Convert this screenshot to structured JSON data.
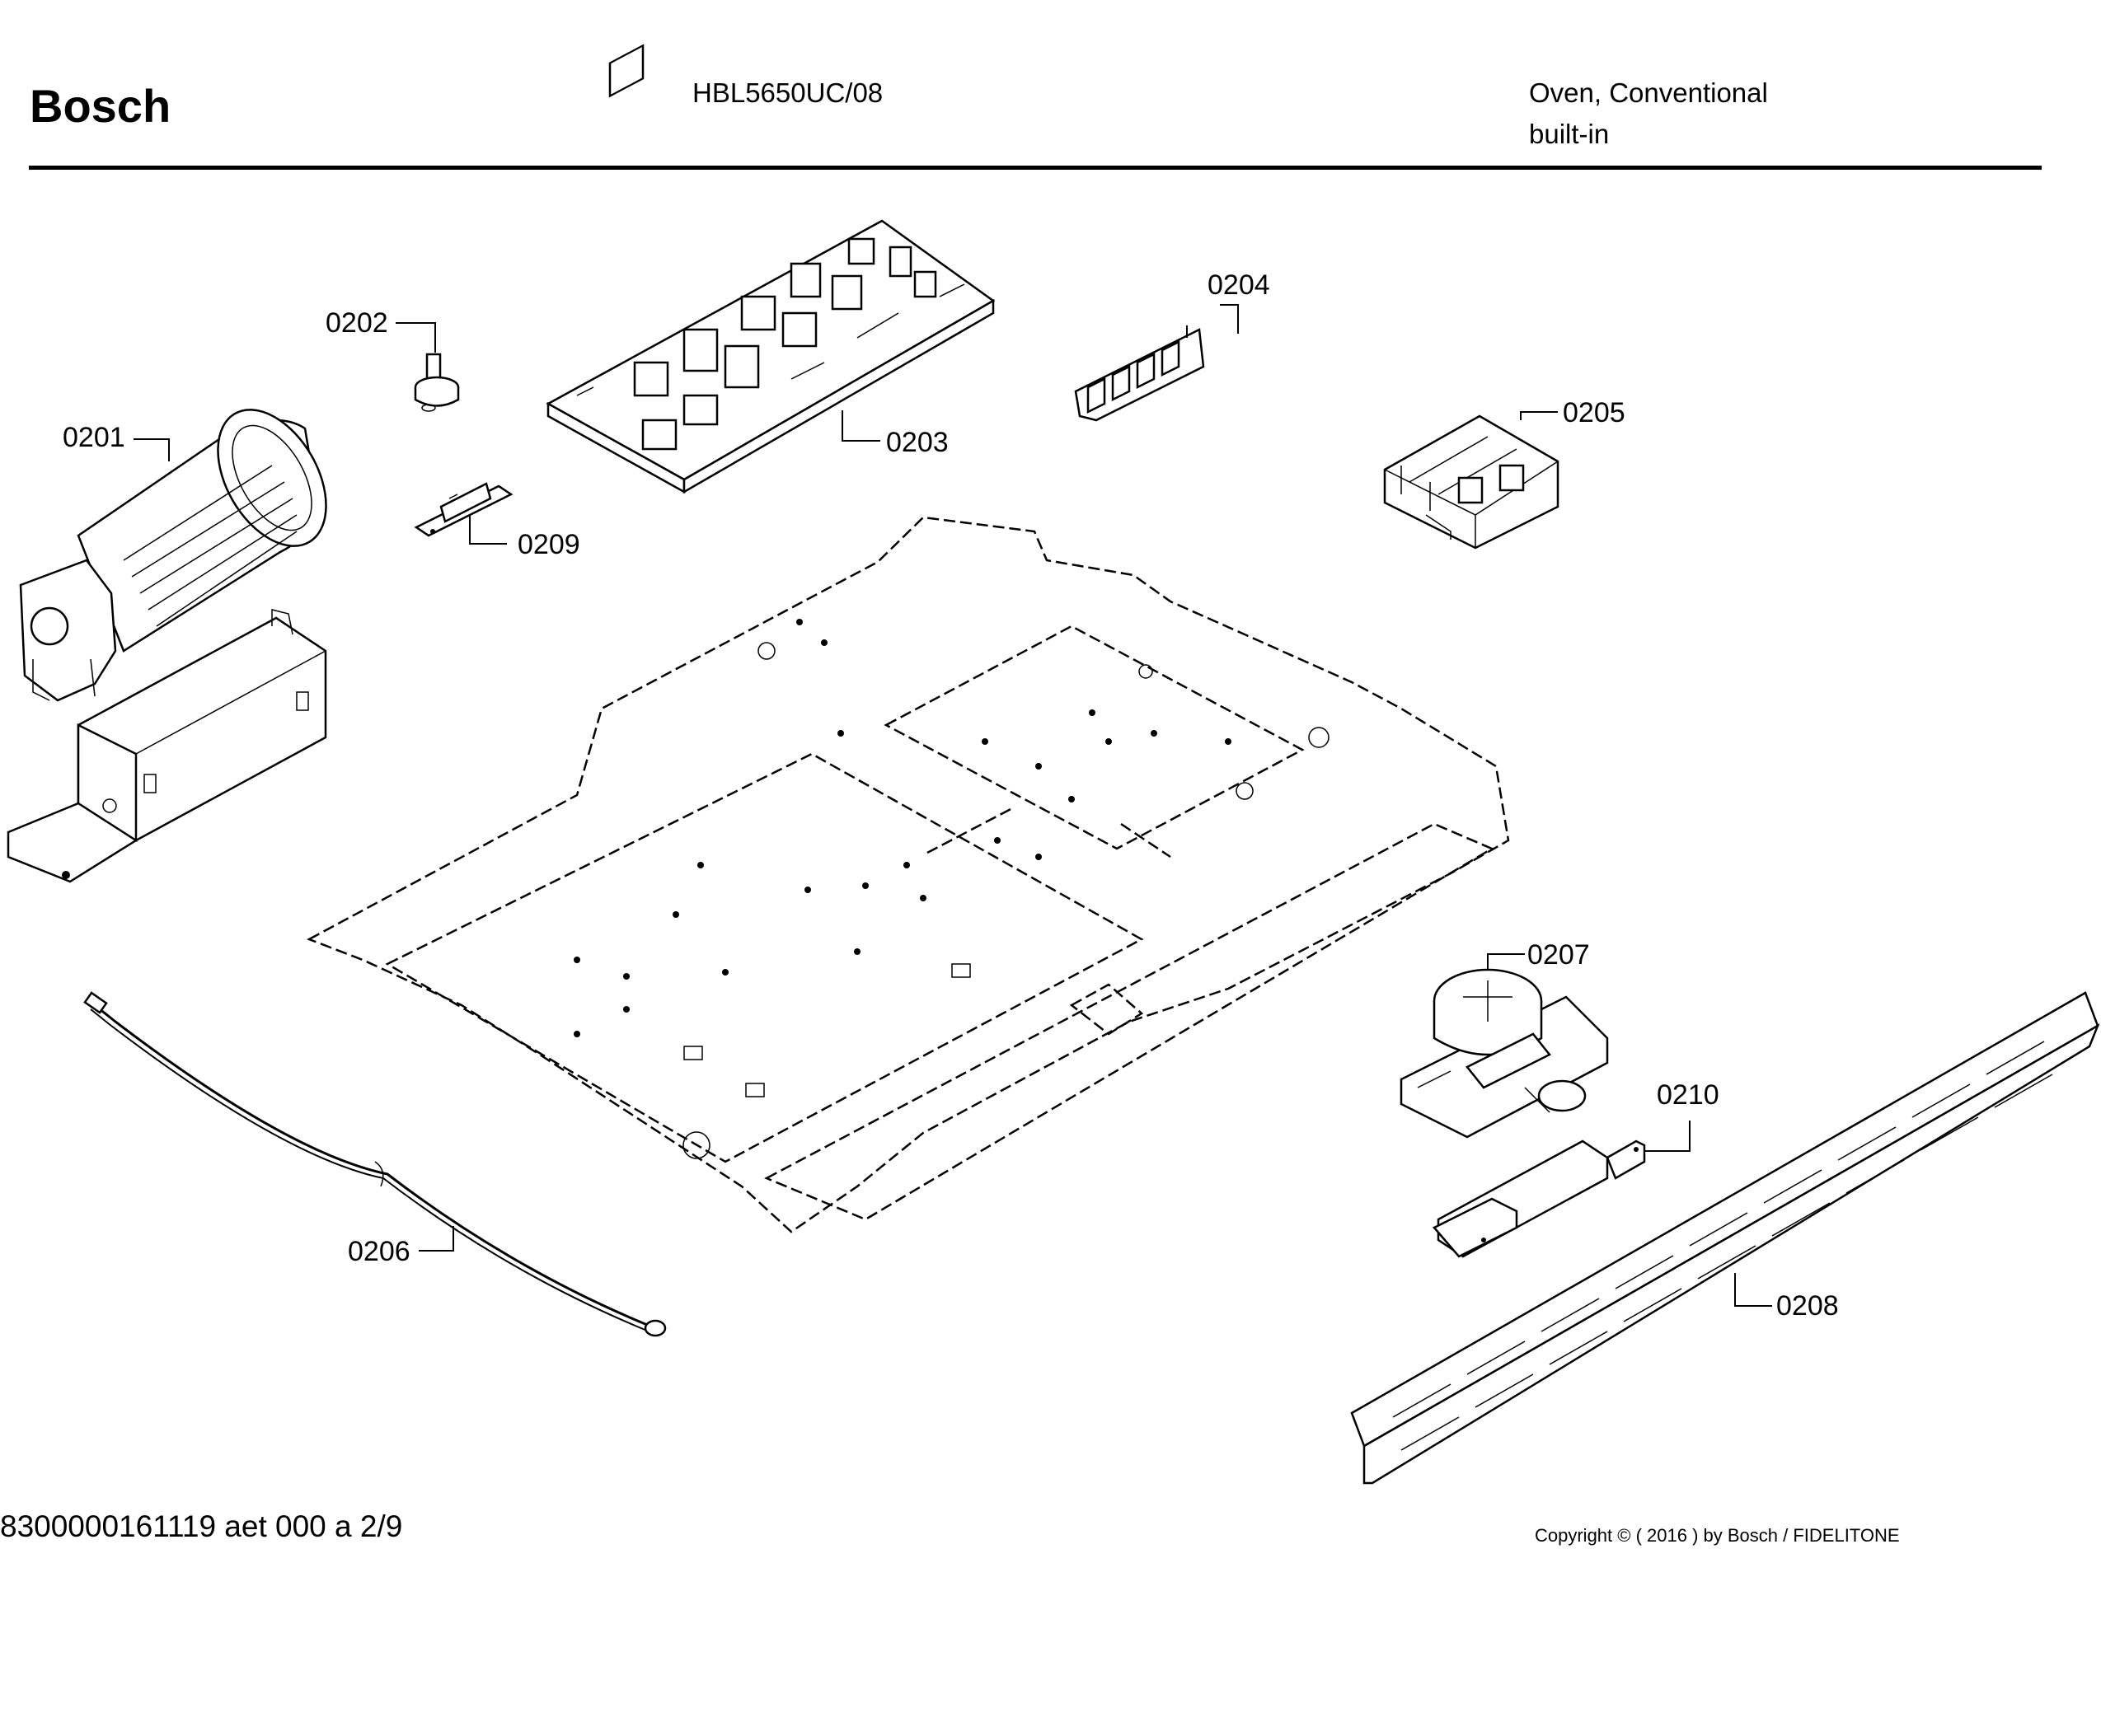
{
  "header": {
    "brand": "Bosch",
    "model": "HBL5650UC/08",
    "product_type": "Oven, Conventional",
    "product_subtype": "built-in"
  },
  "parts": [
    {
      "id": "0201",
      "label": "0201"
    },
    {
      "id": "0202",
      "label": "0202"
    },
    {
      "id": "0203",
      "label": "0203"
    },
    {
      "id": "0204",
      "label": "0204"
    },
    {
      "id": "0205",
      "label": "0205"
    },
    {
      "id": "0206",
      "label": "0206"
    },
    {
      "id": "0207",
      "label": "0207"
    },
    {
      "id": "0208",
      "label": "0208"
    },
    {
      "id": "0209",
      "label": "0209"
    },
    {
      "id": "0210",
      "label": "0210"
    }
  ],
  "footer": {
    "document_id": "8300000161119 aet 000 a 2/9",
    "copyright": "Copyright © ( 2016 ) by Bosch  / FIDELITONE"
  }
}
